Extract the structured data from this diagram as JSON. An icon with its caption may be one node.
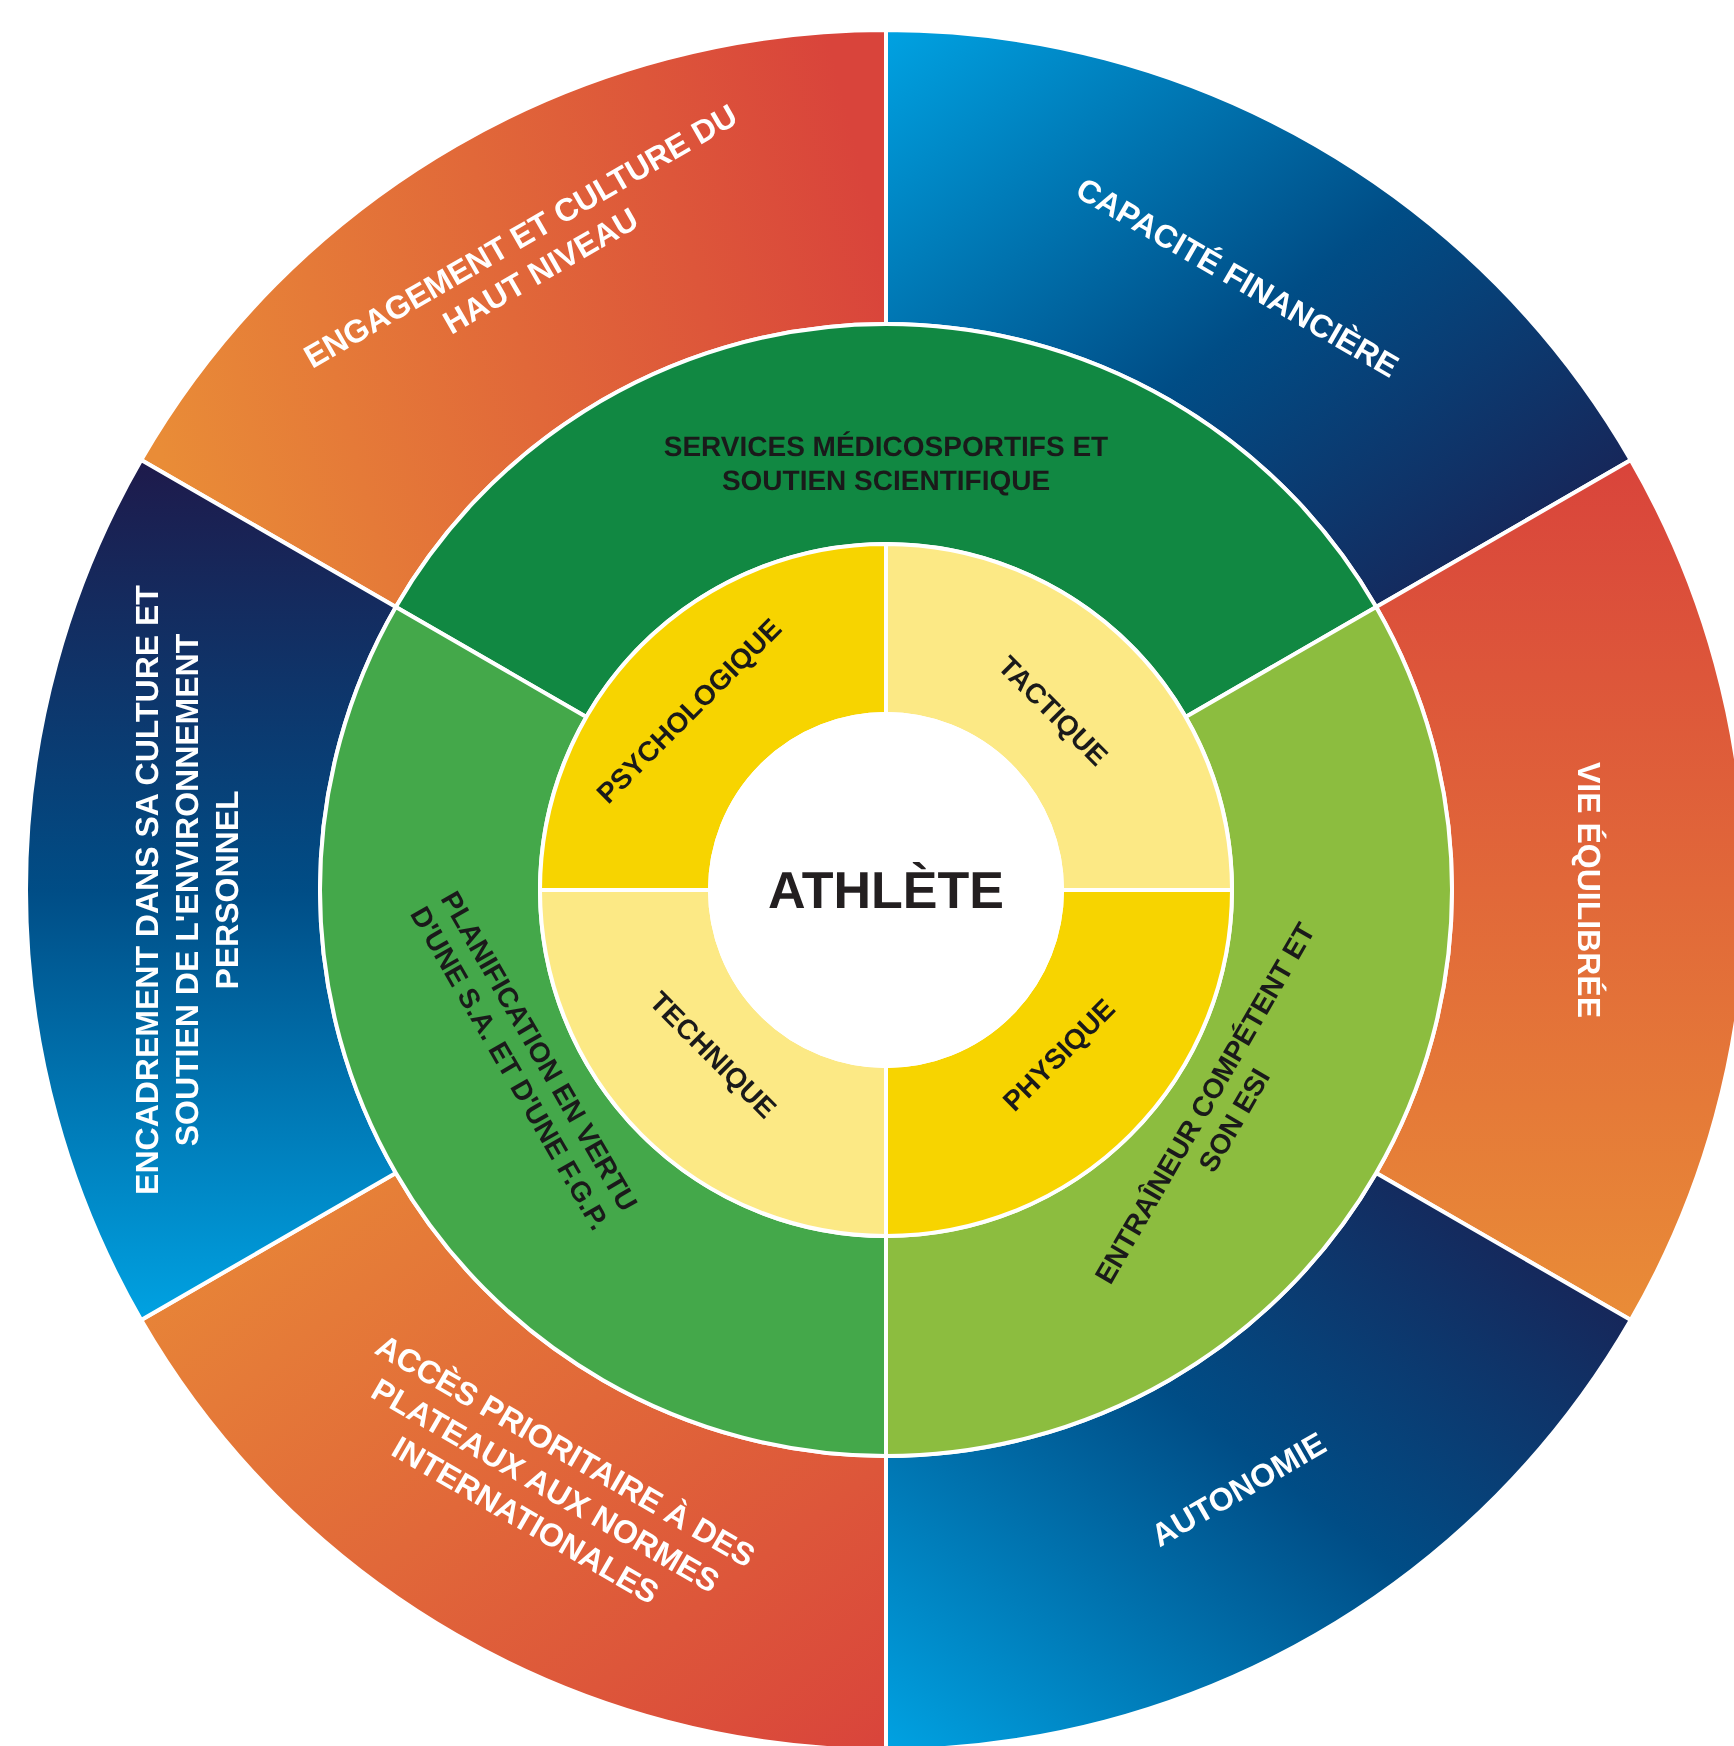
{
  "diagram": {
    "nodes": [
      {
        "text": [
          "ENGAGEMENT ET CULTURE DU HAUT NIVEAU"
        ]
      },
      {
        "text": [
          "CAPACITÉ FINANCIÈRE"
        ]
      },
      {
        "text": [
          "VIE ÉQUILIBRÉE"
        ]
      },
      {
        "text": [
          "AUTONOMIE"
        ]
      },
      {
        "text": [
          "ACCÈS PRIORITAIRE À DES PLATEAUX AUX NORMES INTERNATIONALES"
        ]
      },
      {
        "text": [
          "ENCADREMENT DANS SA CULTURE ET SOUTIEN DE L'ENVIRONNEMENT PERSONNEL"
        ]
      },
      {
        "text": [
          "SERVICES MÉDICOSPORTIFS ET SOUTIEN SCIENTIFIQUE"
        ]
      },
      {
        "text": [
          "ENTRAÎNEUR COMPÉTENT ET SON ESI"
        ]
      },
      {
        "text": [
          "PLANIFICATION EN VERTU D'UNE S.A. ET D'UNE F.G.P."
        ]
      },
      {
        "text": [
          "PSYCHOLOGIQUE"
        ]
      },
      {
        "text": [
          "TACTIQUE"
        ]
      },
      {
        "text": [
          "PHYSIQUE"
        ]
      },
      {
        "text": [
          "TECHNIQUE"
        ]
      },
      {
        "text": [
          "ATHLÈTE"
        ]
      }
    ]
  }
}
